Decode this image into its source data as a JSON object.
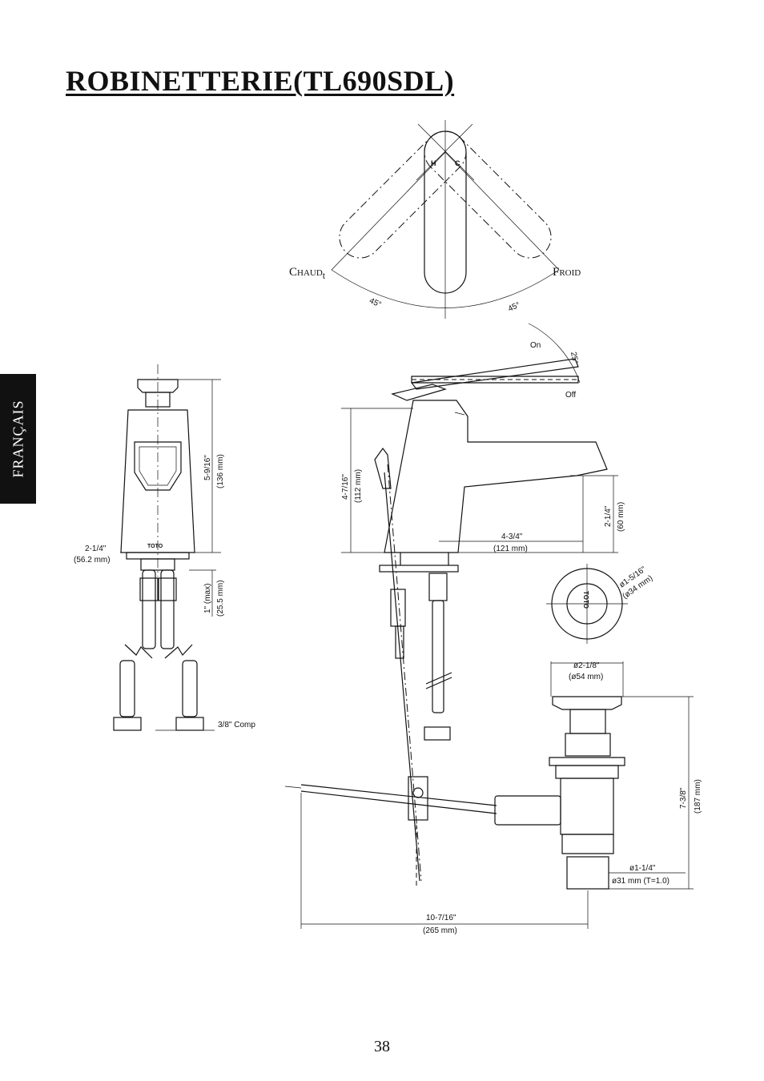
{
  "page": {
    "title": "ROBINETTERIE(TL690SDL)",
    "language_tab": "FRANÇAIS",
    "page_number": "38"
  },
  "top_view": {
    "hot_label_cap": "C",
    "hot_label_rest": "HAUD",
    "hot_suffix": "t",
    "cold_label_cap": "F",
    "cold_label_rest": "ROID",
    "angle_left": "45°",
    "angle_right": "45°",
    "handle_h": "H",
    "handle_c": "C"
  },
  "front_view": {
    "height_in": "5-9/16\"",
    "height_mm": "(136 mm)",
    "base_in": "2-1/4\"",
    "base_mm": "(56.2 mm)",
    "shank_in": "1\" (max)",
    "shank_mm": "(25.5 mm)",
    "supply": "3/8\" Comp",
    "logo": "TOTO"
  },
  "side_view": {
    "on_label": "On",
    "off_label": "Off",
    "lever_angle": "25°",
    "body_height_in": "4-7/16\"",
    "body_height_mm": "(112 mm)",
    "spout_reach_in": "4-3/4\"",
    "spout_reach_mm": "(121 mm)",
    "spout_height_in": "2-1/4\"",
    "spout_height_mm": "(60 mm)",
    "overall_in": "10-7/16\"",
    "overall_mm": "(265 mm)"
  },
  "drain": {
    "cap_dia_in": "ø1-5/16\"",
    "cap_dia_mm": "(ø34 mm)",
    "cap_logo": "TOTO",
    "flange_in": "ø2-1/8\"",
    "flange_mm": "(ø54 mm)",
    "height_in": "7-3/8\"",
    "height_mm": "(187 mm)",
    "tail_in": "ø1-1/4\"",
    "tail_mm": "ø31 mm (T=1.0)"
  }
}
